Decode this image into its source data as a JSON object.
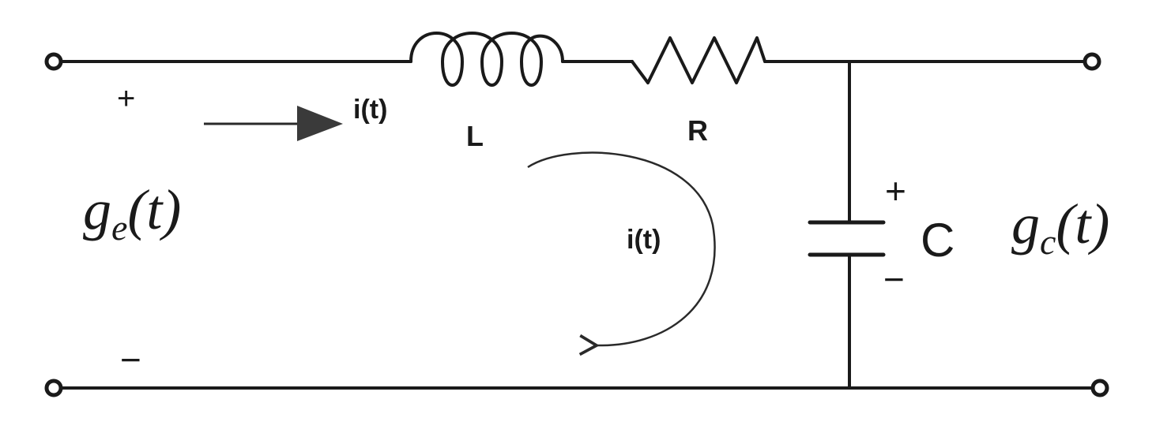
{
  "labels": {
    "current_top": "i(t)",
    "current_loop": "i(t)",
    "inductor": "L",
    "resistor": "R",
    "capacitor": "C",
    "input_plus": "+",
    "input_minus": "−",
    "cap_plus": "+",
    "cap_minus": "−"
  },
  "signals": {
    "input_main": "g",
    "input_sub": "e",
    "input_arg": "(t)",
    "output_main": "g",
    "output_sub": "c",
    "output_arg": "(t)"
  }
}
